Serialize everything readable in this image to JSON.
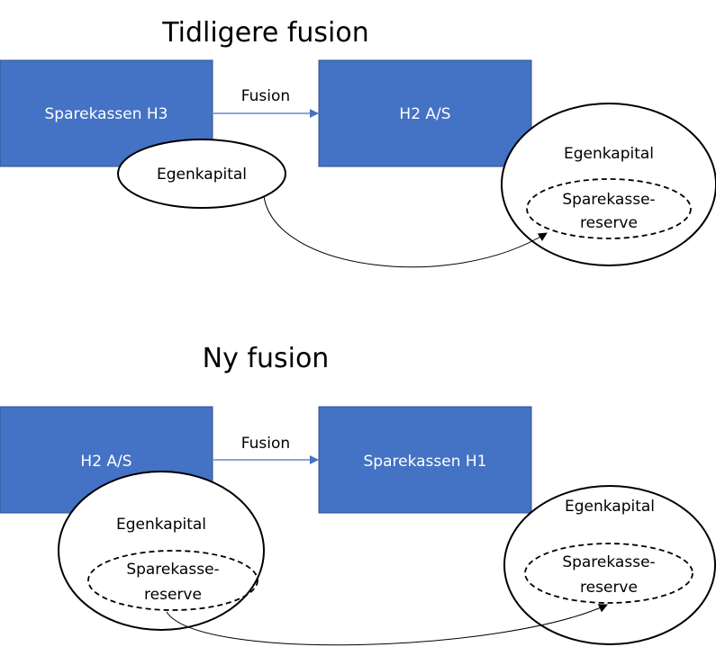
{
  "top": {
    "title": "Tidligere fusion",
    "source_box": "Sparekassen H3",
    "target_box": "H2 A/S",
    "arrow_label": "Fusion",
    "source_equity": "Egenkapital",
    "target_equity": "Egenkapital",
    "target_reserve_line1": "Sparekasse-",
    "target_reserve_line2": "reserve"
  },
  "bottom": {
    "title": "Ny fusion",
    "source_box": "H2 A/S",
    "target_box": "Sparekassen H1",
    "arrow_label": "Fusion",
    "source_equity": "Egenkapital",
    "source_reserve_line1": "Sparekasse-",
    "source_reserve_line2": "reserve",
    "target_equity": "Egenkapital",
    "target_reserve_line1": "Sparekasse-",
    "target_reserve_line2": "reserve"
  },
  "colors": {
    "box_fill": "#4472C4",
    "box_border": "#2F528F"
  }
}
